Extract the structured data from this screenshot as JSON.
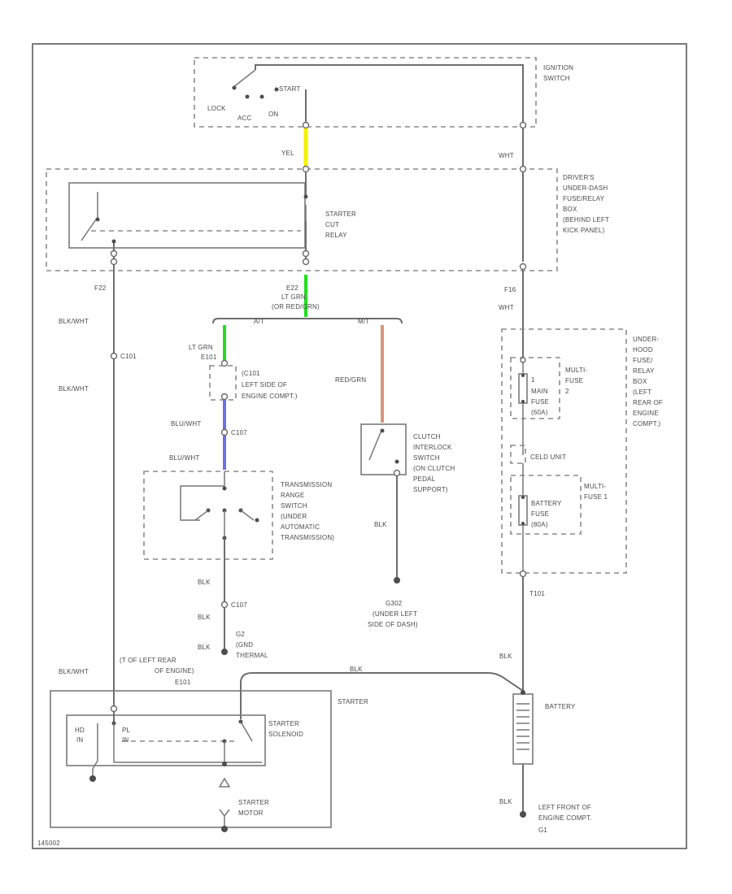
{
  "colors": {
    "yellow": "#f4f000",
    "green": "#22dd22",
    "blue": "#6f6fe6",
    "orange": "#d9967a",
    "line": "#6e6e6e"
  },
  "ignition": {
    "title": [
      "IGNITION",
      "SWITCH"
    ],
    "start": "START",
    "lock": "LOCK",
    "acc": "ACC",
    "on": "ON"
  },
  "fuse_box_top": {
    "title": [
      "DRIVER'S",
      "UNDER-DASH",
      "FUSE/RELAY",
      "BOX",
      "(BEHIND LEFT",
      "KICK PANEL)"
    ]
  },
  "relay": {
    "label": [
      "STARTER",
      "CUT",
      "RELAY"
    ]
  },
  "wire_labels": {
    "yel": "YEL",
    "wht_top": "WHT",
    "f22": "F22",
    "f16": "F16",
    "wht_right": "WHT",
    "e22": "E22",
    "lt_grn_or_red_grn": [
      "LT GRN",
      "(OR RED/GRN)"
    ],
    "mt": "M/T",
    "at": "A/T",
    "lt_grn": "LT GRN",
    "e101": "E101",
    "red_grn": "RED/GRN",
    "blk_wht_1": "BLK/WHT",
    "c101": "C101",
    "blk_wht_2": "BLK/WHT",
    "c101_left": [
      "LEFT SIDE OF",
      "ENGINE COMPT.)"
    ],
    "c101_head": "(C101",
    "blu_wht_1": "BLU/WHT",
    "c107": "C107",
    "blu_wht_2": "BLU/WHT",
    "blk_1": "BLK",
    "c107_b": "C107",
    "blk_2": "BLK",
    "blk_3": "BLK",
    "blk_clutch": "BLK",
    "g2": "G2",
    "g2_desc": [
      "(GND",
      "THERMAL"
    ],
    "g2_loc": [
      "(T OF LEFT REAR",
      "OF ENGINE)"
    ],
    "blk_wht_starter": "BLK/WHT",
    "e101_b": "E101",
    "blk_batt_top": "BLK",
    "blk_batt_wire": "BLK",
    "blk_batt_bottom": "BLK",
    "t101": "T101",
    "g1": "G1",
    "g1_loc": [
      "LEFT FRONT OF",
      "ENGINE COMPT."
    ]
  },
  "transmission": {
    "label": [
      "TRANSMISSION",
      "RANGE",
      "SWITCH",
      "(UNDER",
      "AUTOMATIC",
      "TRANSMISSION)"
    ]
  },
  "clutch": {
    "label": [
      "CLUTCH",
      "INTERLOCK",
      "SWITCH",
      "(ON CLUTCH",
      "PEDAL",
      "SUPPORT)"
    ]
  },
  "g302": {
    "label": [
      "G302",
      "(UNDER LEFT",
      "SIDE OF DASH)"
    ]
  },
  "under_hood": {
    "title": [
      "UNDER-",
      "HOOD",
      "FUSE/",
      "RELAY",
      "BOX",
      "(LEFT",
      "REAR OF",
      "ENGINE",
      "COMPT.)"
    ],
    "multi_fuse_1": [
      "MULTI-",
      "FUSE",
      "2"
    ],
    "main_fuse": [
      "MAIN",
      "FUSE",
      "(60A)"
    ],
    "fuse_num": "1",
    "cold_unit": "CELD UNIT",
    "multi_fuse_2": [
      "MULTI-",
      "FUSE 1"
    ],
    "battery_fuse": [
      "BATTERY",
      "FUSE",
      "(80A)"
    ]
  },
  "starter": {
    "title": "STARTER",
    "solenoid": [
      "STARTER",
      "SOLENOID"
    ],
    "hold": [
      "HD",
      "IN"
    ],
    "pull": [
      "PL",
      "IN"
    ],
    "motor": [
      "STARTER",
      "MOTOR"
    ]
  },
  "battery": {
    "label": "BATTERY"
  },
  "footer": {
    "code": "145002"
  }
}
